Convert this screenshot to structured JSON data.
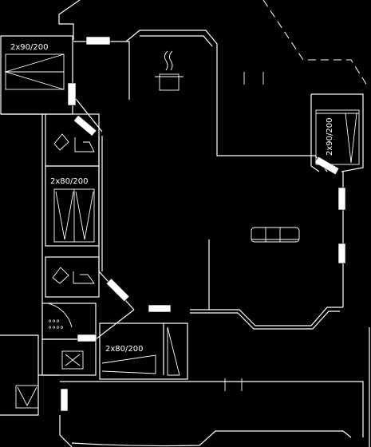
{
  "rooms": {
    "bedroom_top_left": {
      "bed_label": "2x90/200"
    },
    "bedroom_right": {
      "bed_label": "2x90/200"
    },
    "bedroom_middle_left": {
      "bed_label": "2x80/200"
    },
    "bedroom_bottom": {
      "bed_label": "2x80/200"
    }
  },
  "colors": {
    "background": "#000000",
    "lines": "#ffffff"
  },
  "icons": [
    "stove-pot-icon",
    "sofa-icon",
    "toilet-icon",
    "sink-icon",
    "shower-icon",
    "stairs-icon"
  ]
}
